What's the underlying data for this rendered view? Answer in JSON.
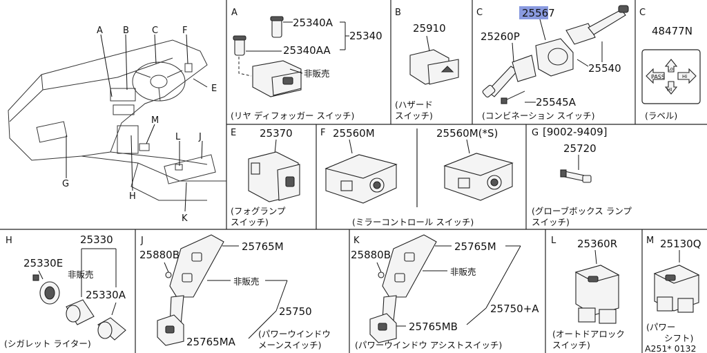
{
  "overview": {
    "labels": [
      "A",
      "B",
      "C",
      "F",
      "E",
      "M",
      "L",
      "J",
      "G",
      "H",
      "K"
    ]
  },
  "panels": [
    {
      "letter": "A",
      "parts": [
        "25340A",
        "25340",
        "25340AA",
        "非販売"
      ],
      "caption": "(リヤ ディフォッガー スイッチ)"
    },
    {
      "letter": "B",
      "parts": [
        "25910"
      ],
      "caption": [
        "(ハザード",
        "スイッチ)"
      ]
    },
    {
      "letter": "C",
      "parts": [
        "25567",
        "25260P",
        "25540",
        "25545A"
      ],
      "caption": "(コンビネーション スイッチ)"
    },
    {
      "letter": "C",
      "parts": [
        "48477N"
      ],
      "caption": "(ラベル)",
      "label_marks": [
        "PASS",
        "Lo",
        "Hi",
        "HI"
      ]
    },
    {
      "letter": "E",
      "parts": [
        "25370"
      ],
      "caption": [
        "(フォグランプ",
        "スイッチ)"
      ]
    },
    {
      "letter": "F",
      "parts": [
        "25560M",
        "25560M(*S)"
      ],
      "caption": "(ミラーコントロール スイッチ)"
    },
    {
      "letter": "G",
      "date_range": "[9002-9409]",
      "parts": [
        "25720"
      ],
      "caption": [
        "(グローブボックス ランプ",
        "スイッチ)"
      ]
    },
    {
      "letter": "H",
      "parts": [
        "25330",
        "25330E",
        "非販売",
        "25330A"
      ],
      "caption": "(シガレット ライター)"
    },
    {
      "letter": "J",
      "parts": [
        "25880B",
        "25765M",
        "非販売",
        "25750",
        "25765MA"
      ],
      "caption": [
        "(パワーウインドウ",
        "メーンスイッチ)"
      ]
    },
    {
      "letter": "K",
      "parts": [
        "25880B",
        "25765M",
        "非販売",
        "25750+A",
        "25765MB"
      ],
      "caption": "(パワーウインドウ アシストスイッチ)"
    },
    {
      "letter": "L",
      "parts": [
        "25360R"
      ],
      "caption": [
        "(オートドアロック",
        "スイッチ)"
      ]
    },
    {
      "letter": "M",
      "parts": [
        "25130Q"
      ],
      "caption": [
        "(パワー",
        "シフト)"
      ]
    }
  ],
  "drawing_code": "A251* 0132"
}
